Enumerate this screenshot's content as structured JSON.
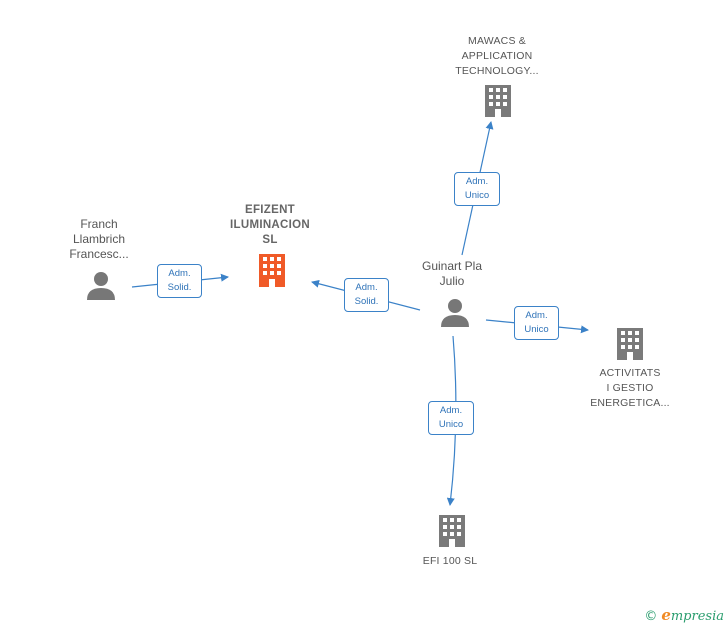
{
  "colors": {
    "edge": "#3b82c8",
    "focus_company": "#f05a28",
    "company": "#7a7a7a",
    "person": "#777777"
  },
  "nodes": {
    "mawacs": {
      "label": "MAWACS &\nAPPLICATION\nTECHNOLOGY...",
      "icon": "building-icon"
    },
    "efizent": {
      "label": "EFIZENT\nILUMINACION\nSL",
      "icon": "building-icon"
    },
    "franch": {
      "label": "Franch\nLlambrich\nFrancesc...",
      "icon": "person-icon"
    },
    "guinart": {
      "label": "Guinart Pla\nJulio",
      "icon": "person-icon"
    },
    "activitats": {
      "label": "ACTIVITATS\nI GESTIO\nENERGETICA...",
      "icon": "building-icon"
    },
    "efi100": {
      "label": "EFI 100  SL",
      "icon": "building-icon"
    }
  },
  "edges": {
    "franch_efizent": "Adm.\nSolid.",
    "guinart_efizent": "Adm.\nSolid.",
    "guinart_mawacs": "Adm.\nUnico",
    "guinart_activitats": "Adm.\nUnico",
    "guinart_efi100": "Adm.\nUnico"
  },
  "footer": {
    "copyright": "©",
    "brand_initial": "e",
    "brand_rest": "mpresia"
  }
}
